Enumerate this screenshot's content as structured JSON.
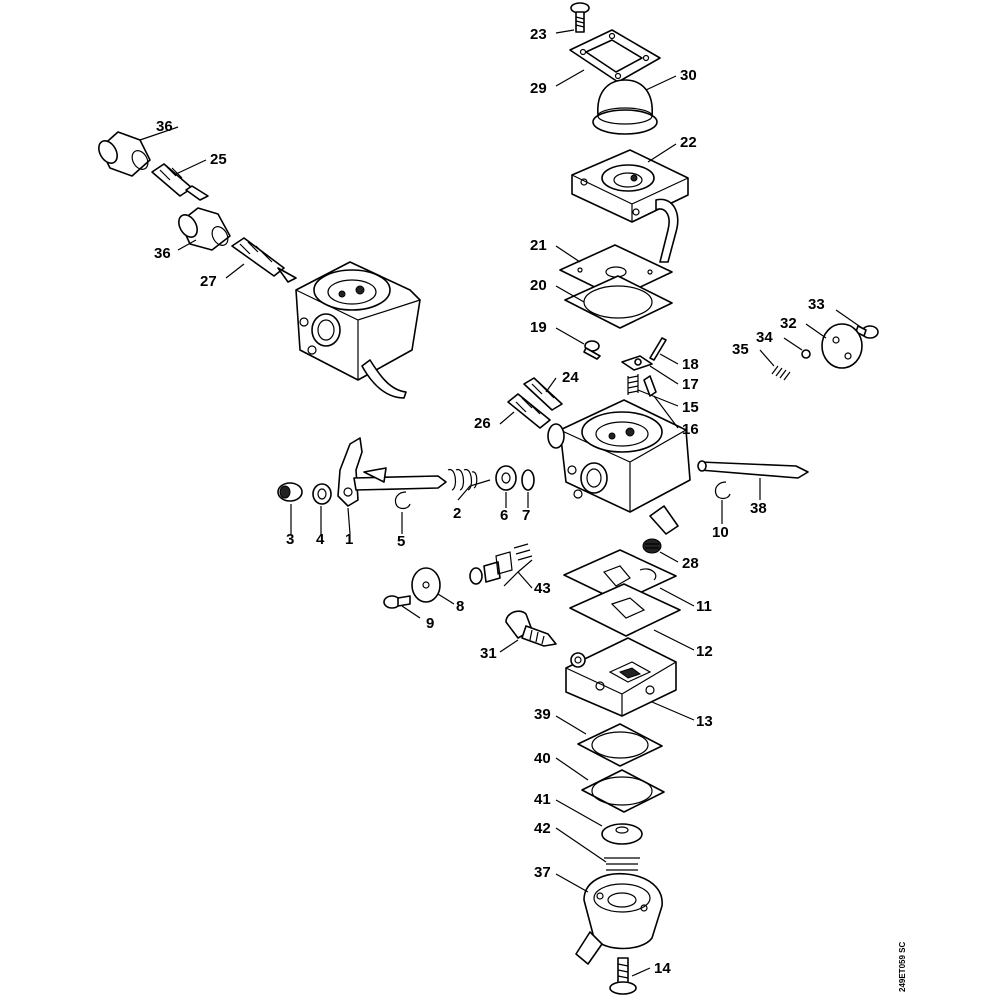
{
  "diagram": {
    "reference_code": "249ET059 SC",
    "callouts": [
      {
        "id": "c23",
        "text": "23"
      },
      {
        "id": "c29",
        "text": "29"
      },
      {
        "id": "c30",
        "text": "30"
      },
      {
        "id": "c22",
        "text": "22"
      },
      {
        "id": "c36a",
        "text": "36"
      },
      {
        "id": "c25",
        "text": "25"
      },
      {
        "id": "c36b",
        "text": "36"
      },
      {
        "id": "c27",
        "text": "27"
      },
      {
        "id": "c21",
        "text": "21"
      },
      {
        "id": "c20",
        "text": "20"
      },
      {
        "id": "c19",
        "text": "19"
      },
      {
        "id": "c18",
        "text": "18"
      },
      {
        "id": "c17",
        "text": "17"
      },
      {
        "id": "c15",
        "text": "15"
      },
      {
        "id": "c16",
        "text": "16"
      },
      {
        "id": "c24",
        "text": "24"
      },
      {
        "id": "c26",
        "text": "26"
      },
      {
        "id": "c33",
        "text": "33"
      },
      {
        "id": "c32",
        "text": "32"
      },
      {
        "id": "c34",
        "text": "34"
      },
      {
        "id": "c35",
        "text": "35"
      },
      {
        "id": "c3",
        "text": "3"
      },
      {
        "id": "c4",
        "text": "4"
      },
      {
        "id": "c1",
        "text": "1"
      },
      {
        "id": "c5",
        "text": "5"
      },
      {
        "id": "c2",
        "text": "2"
      },
      {
        "id": "c6",
        "text": "6"
      },
      {
        "id": "c7",
        "text": "7"
      },
      {
        "id": "c10",
        "text": "10"
      },
      {
        "id": "c38",
        "text": "38"
      },
      {
        "id": "c28",
        "text": "28"
      },
      {
        "id": "c43",
        "text": "43"
      },
      {
        "id": "c8",
        "text": "8"
      },
      {
        "id": "c9",
        "text": "9"
      },
      {
        "id": "c11",
        "text": "11"
      },
      {
        "id": "c12",
        "text": "12"
      },
      {
        "id": "c31",
        "text": "31"
      },
      {
        "id": "c13",
        "text": "13"
      },
      {
        "id": "c39",
        "text": "39"
      },
      {
        "id": "c40",
        "text": "40"
      },
      {
        "id": "c41",
        "text": "41"
      },
      {
        "id": "c42",
        "text": "42"
      },
      {
        "id": "c37",
        "text": "37"
      },
      {
        "id": "c14",
        "text": "14"
      }
    ]
  }
}
